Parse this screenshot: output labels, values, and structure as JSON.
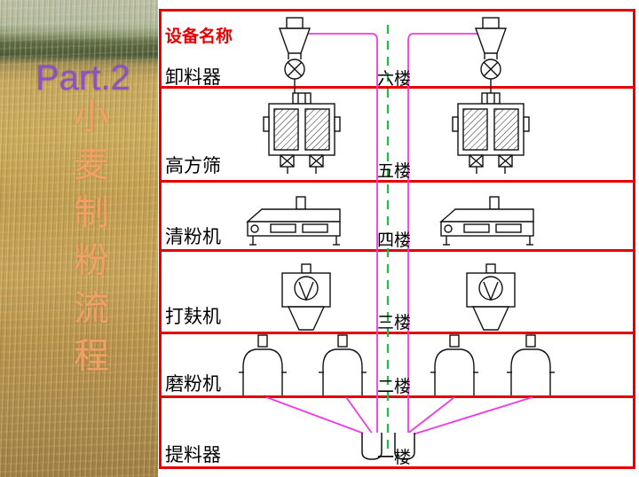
{
  "slide": {
    "part_label": "Part.2",
    "vertical_title": {
      "chars": [
        "小",
        "麦",
        "制",
        "粉",
        "流",
        "程"
      ]
    },
    "colors": {
      "frame_red": "#e60000",
      "duct_magenta": "#ee3ae2",
      "floor_axis_green": "#22bb44",
      "part_label_purple": "#8a4ecc",
      "vertical_title_orange": "#f0a168"
    }
  },
  "diagram": {
    "header_label": "设备名称",
    "rows": [
      {
        "equipment": "卸料器",
        "floor": "六楼"
      },
      {
        "equipment": "高方筛",
        "floor": "五楼"
      },
      {
        "equipment": "清粉机",
        "floor": "四楼"
      },
      {
        "equipment": "打麸机",
        "floor": "三楼"
      },
      {
        "equipment": "磨粉机",
        "floor": "二楼"
      },
      {
        "equipment": "提料器",
        "floor": "一楼"
      }
    ],
    "icons": [
      "cyclone-discharger-icon",
      "plansifter-icon",
      "purifier-icon",
      "bran-finisher-icon",
      "roller-mill-icon",
      "bucket-elevator-icon",
      "pneumatic-duct-line",
      "center-floor-axis-line"
    ]
  }
}
